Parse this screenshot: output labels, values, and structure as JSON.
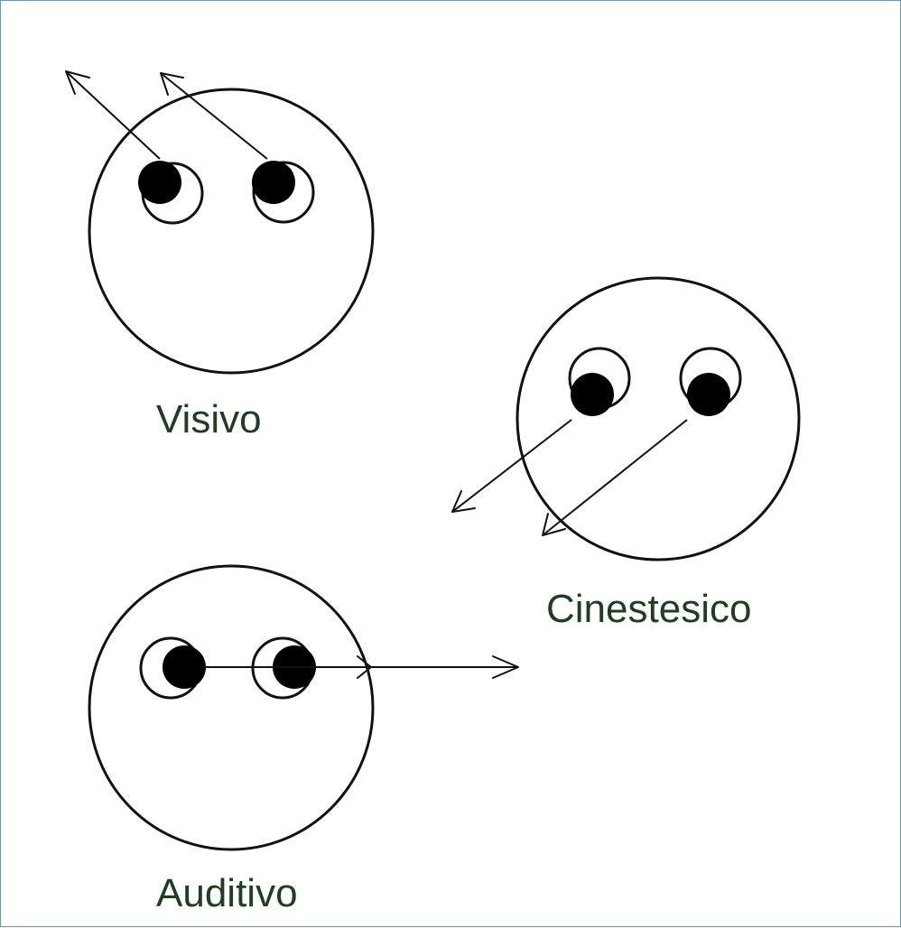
{
  "diagram": {
    "colors": {
      "border": "#5b9bd5",
      "stroke": "#111111",
      "pupil": "#000000",
      "label": "#1f3d1f"
    },
    "faces": [
      {
        "id": "visivo",
        "label": "Visivo",
        "gaze_direction": "up-left"
      },
      {
        "id": "cinestesico",
        "label": "Cinestesico",
        "gaze_direction": "down-left"
      },
      {
        "id": "auditivo",
        "label": "Auditivo",
        "gaze_direction": "right"
      }
    ]
  }
}
